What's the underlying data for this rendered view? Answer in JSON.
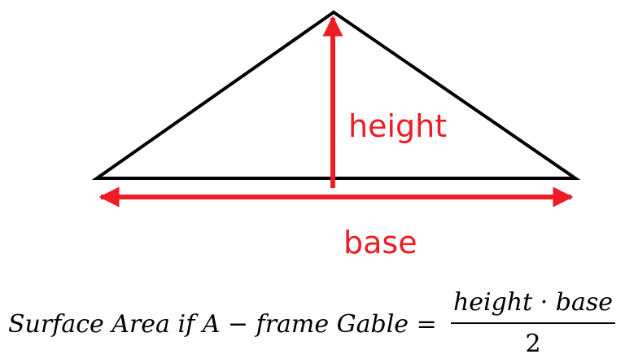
{
  "labels": {
    "height": "height",
    "base": "base"
  },
  "formula": {
    "lhs": "Surface Area if A − frame Gable =",
    "numerator": "height  · base",
    "denominator": "2"
  },
  "colors": {
    "triangle_stroke": "#000000",
    "arrow": "#ee1c25",
    "label": "#ee1c25",
    "formula": "#000000"
  }
}
